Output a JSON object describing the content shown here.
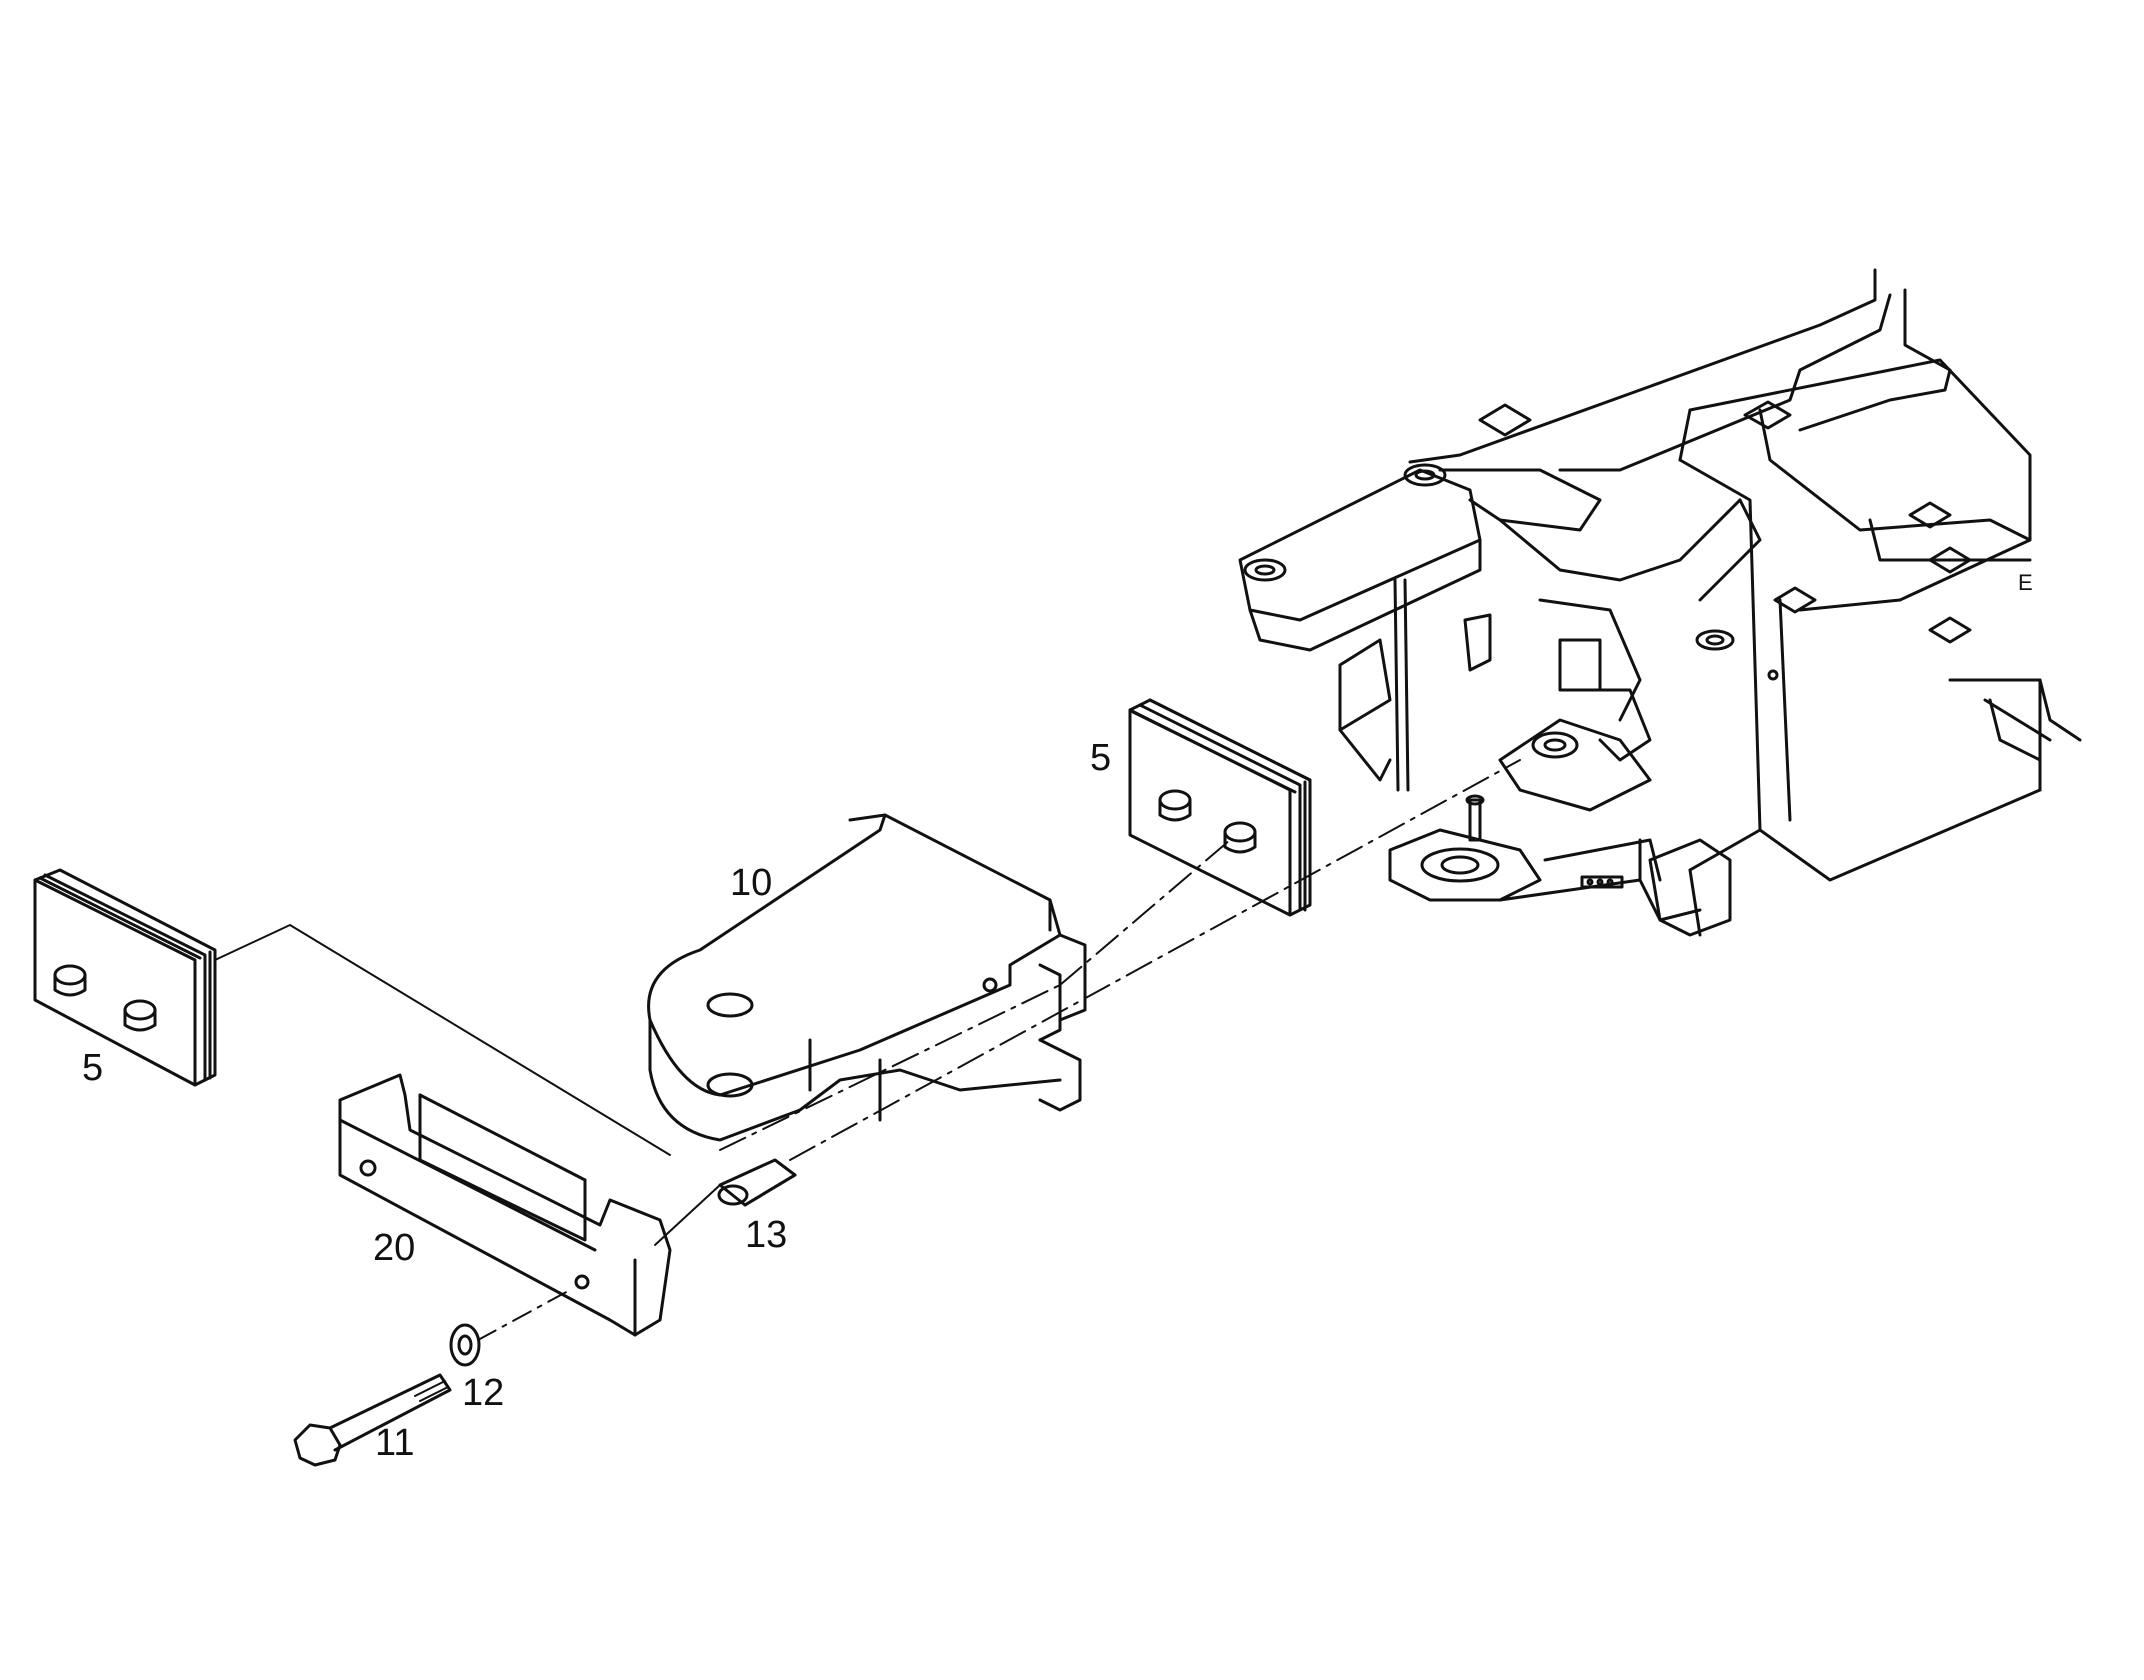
{
  "diagram": {
    "callouts": [
      {
        "id": "shim-pack-right",
        "text": "5"
      },
      {
        "id": "shim-pack-left",
        "text": "5"
      },
      {
        "id": "bracket",
        "text": "10"
      },
      {
        "id": "cross-plate",
        "text": "20"
      },
      {
        "id": "bushing",
        "text": "13"
      },
      {
        "id": "washer",
        "text": "12"
      },
      {
        "id": "bolt",
        "text": "11"
      }
    ],
    "frame_plate_text": "E"
  }
}
